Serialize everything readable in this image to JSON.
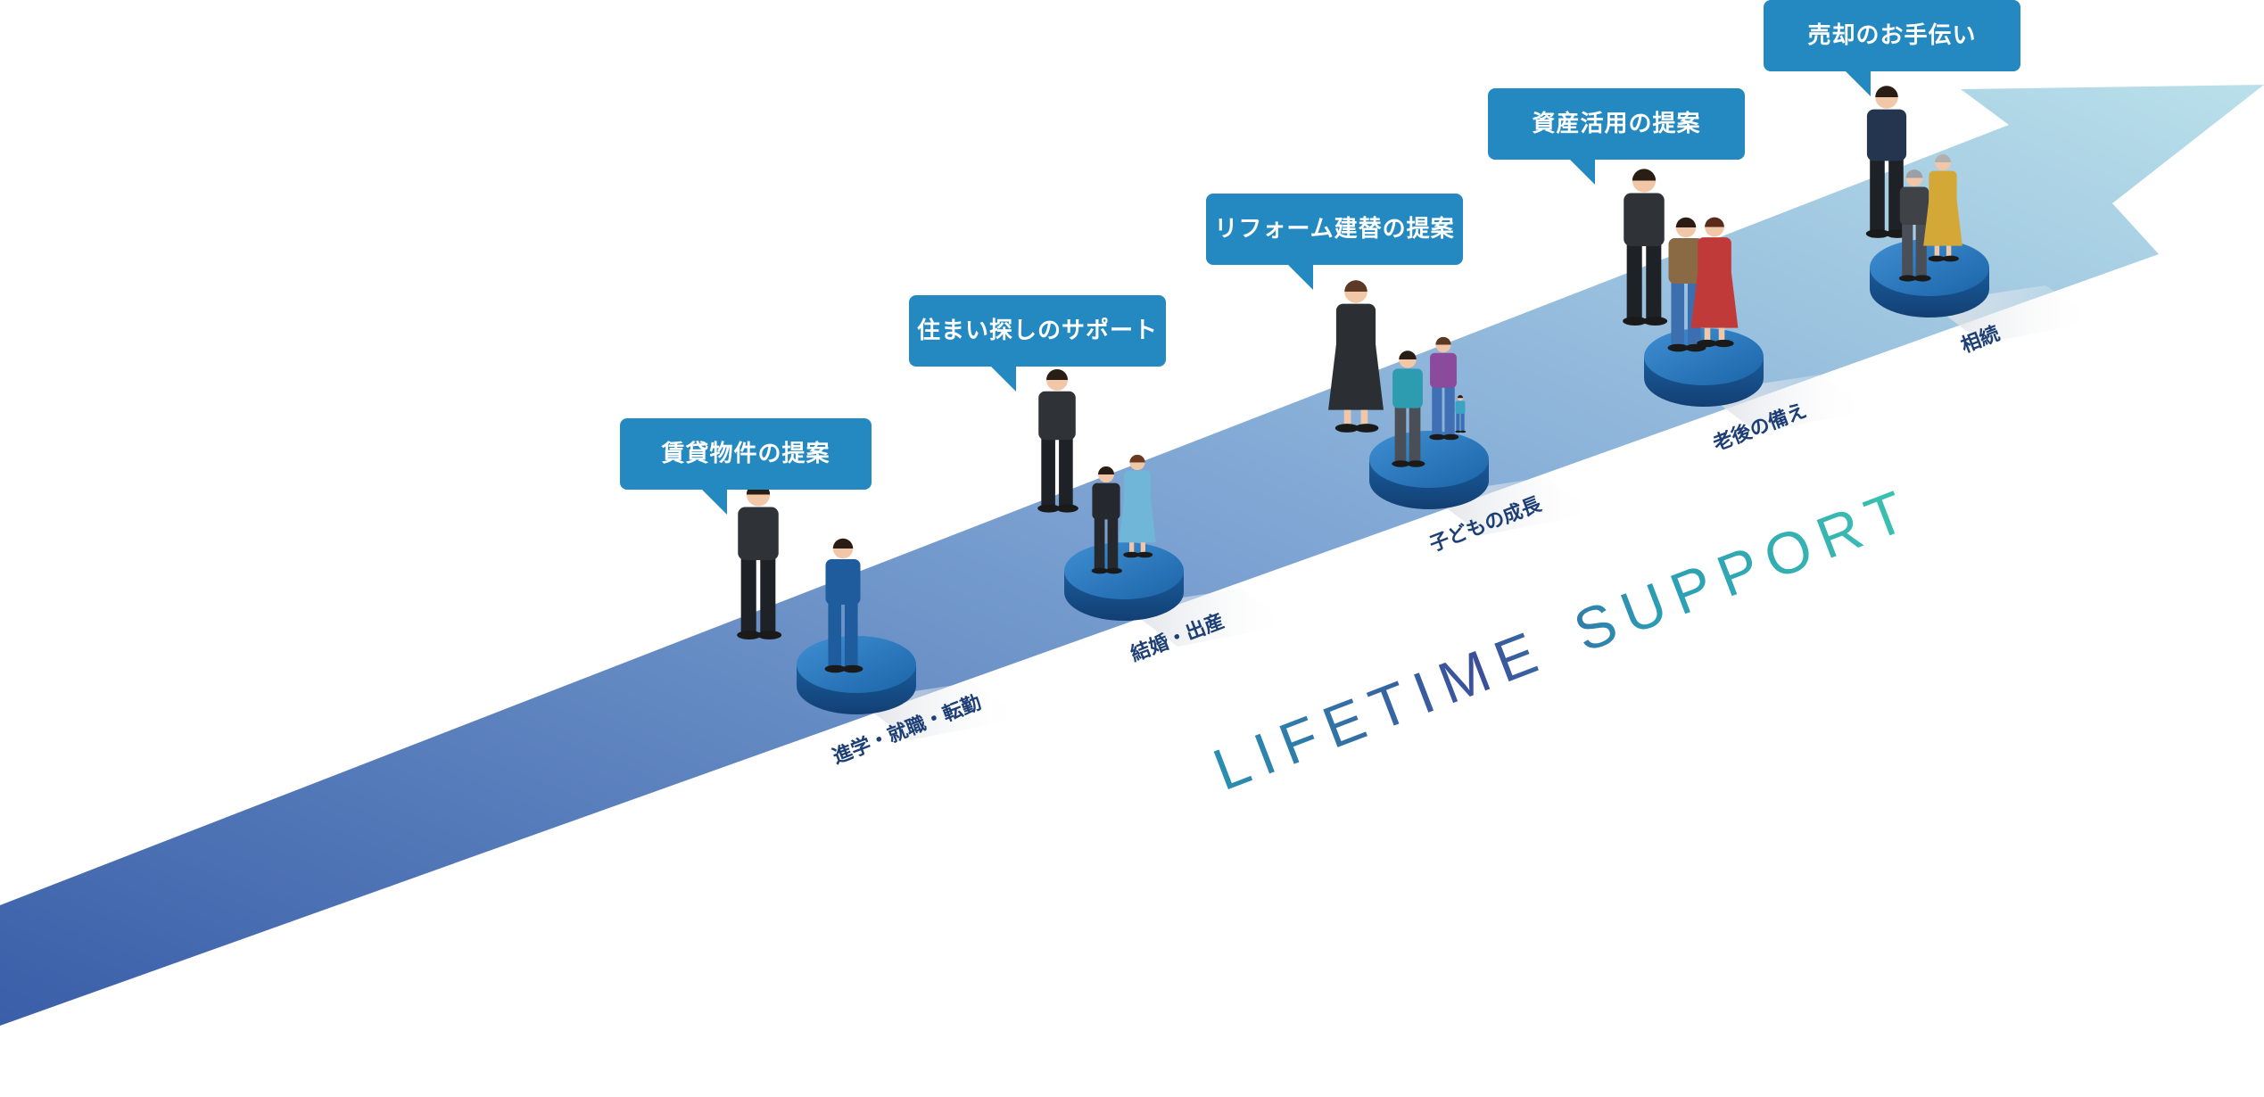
{
  "stages": [
    {
      "bubble": "賃貸物件の提案",
      "label": "進学・就職・転勤"
    },
    {
      "bubble": "住まい探しのサポート",
      "label": "結婚・出産"
    },
    {
      "bubble": "リフォーム建替の提案",
      "label": "子どもの成長"
    },
    {
      "bubble": "資産活用の提案",
      "label": "老後の備え"
    },
    {
      "bubble": "売却のお手伝い",
      "label": "相続"
    }
  ],
  "slogan": {
    "word1": "LIFETIME",
    "word2": "SUPPORT"
  },
  "colors": {
    "bubble": "#2389c0",
    "label": "#1d3f75",
    "arrow_start": "#3a5ea8",
    "arrow_end": "#b5dfe9",
    "pedestal": "#1f6fb5"
  }
}
